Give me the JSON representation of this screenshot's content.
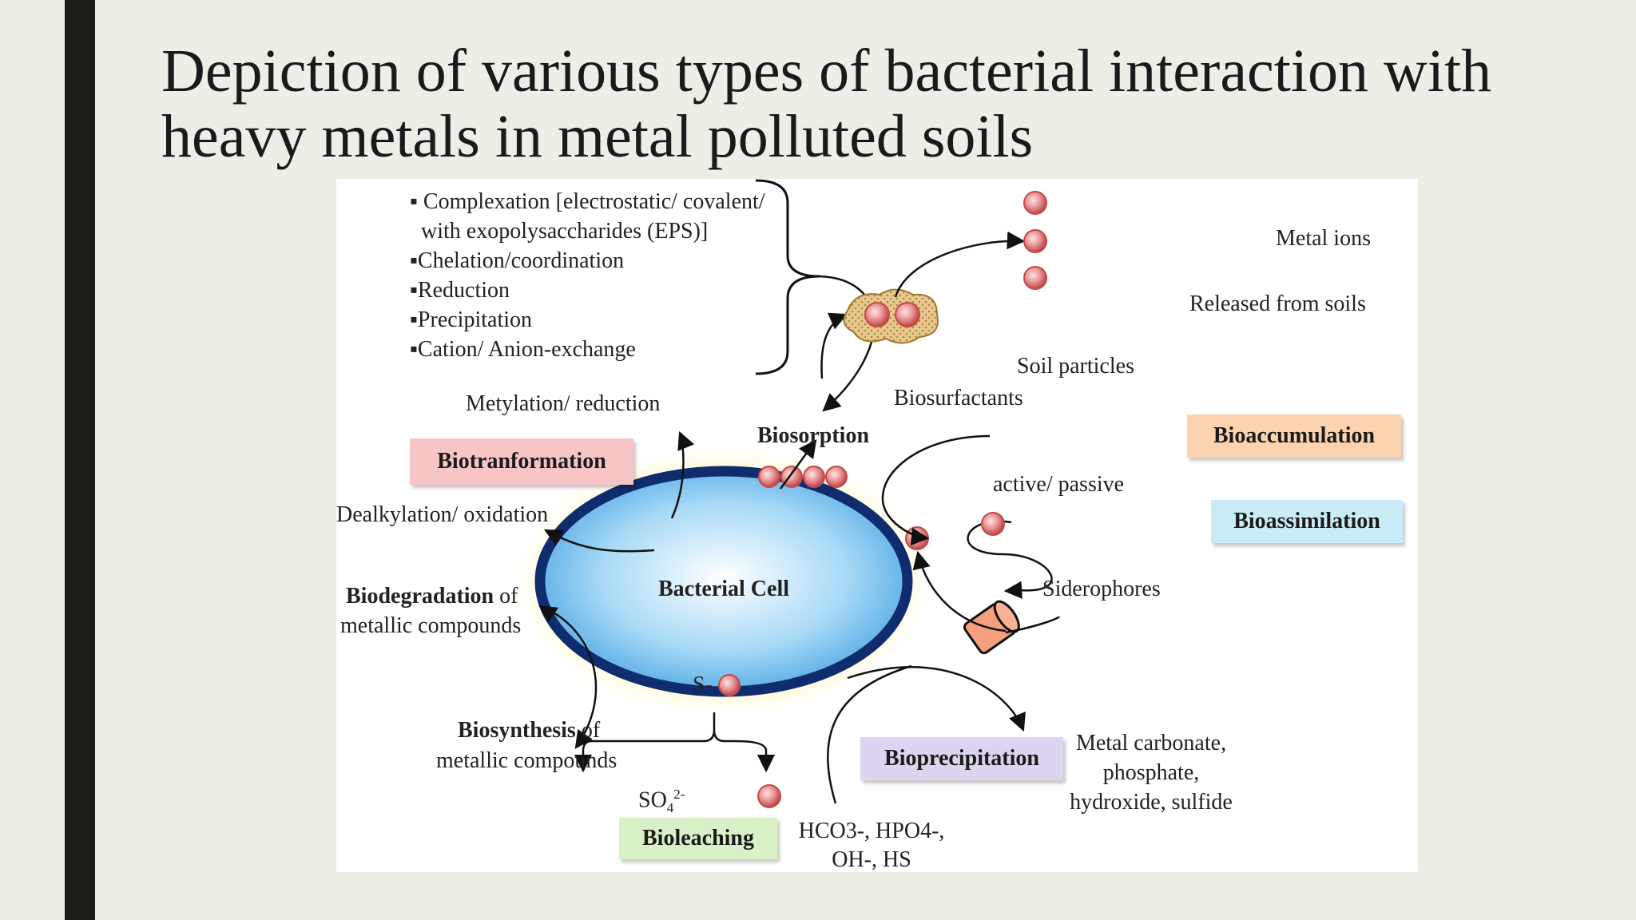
{
  "slide": {
    "title": "Depiction of various types of bacterial interaction with heavy metals in metal polluted soils"
  },
  "diagram": {
    "mechanisms": [
      "▪ Complexation [electrostatic/ covalent/",
      "  with exopolysaccharides (EPS)]",
      "▪Chelation/coordination",
      "▪Reduction",
      "▪Precipitation",
      "▪Cation/ Anion-exchange"
    ],
    "metylation": "Metylation/ reduction",
    "biosorption": "Biosorption",
    "biotransformation": "Biotranformation",
    "dealkylation": "Dealkylation/ oxidation",
    "biodegradation_bold": "Biodegradation",
    "biodegradation_rest": " of",
    "biodegradation_line2": "metallic compounds",
    "biosynthesis_bold": "Biosynthesis",
    "biosynthesis_rest": " of",
    "biosynthesis_line2": "metallic compounds",
    "bacterial_cell": "Bacterial Cell",
    "s_label": "S-",
    "so4": "SO",
    "so4_sub": "4",
    "so4_sup": "2-",
    "bioleaching": "Bioleaching",
    "bicarbonate_line1": "HCO3-, HPO4-,",
    "bicarbonate_line2": "OH-, HS",
    "bioprecipitation": "Bioprecipitation",
    "precip_products": [
      "Metal carbonate,",
      "phosphate,",
      "hydroxide, sulfide"
    ],
    "siderophores": "Siderophores",
    "bioassimilation": "Bioassimilation",
    "active_passive": "active/ passive",
    "bioaccumulation": "Bioaccumulation",
    "biosurfactants": "Biosurfactants",
    "soil_particles": "Soil particles",
    "metal_ions": "Metal ions",
    "released": "Released from soils"
  },
  "colors": {
    "biotransformation_box": "#f7c5c5",
    "bioaccumulation_box": "#fbd3b0",
    "bioassimilation_box": "#c9ecf7",
    "bioprecipitation_box": "#ddd4f1",
    "bioleaching_box": "#d9f1c6",
    "cell_fill": "#8fcdf2",
    "cell_outline": "#0f2c6e",
    "metal_ion": "#e98a8a"
  }
}
